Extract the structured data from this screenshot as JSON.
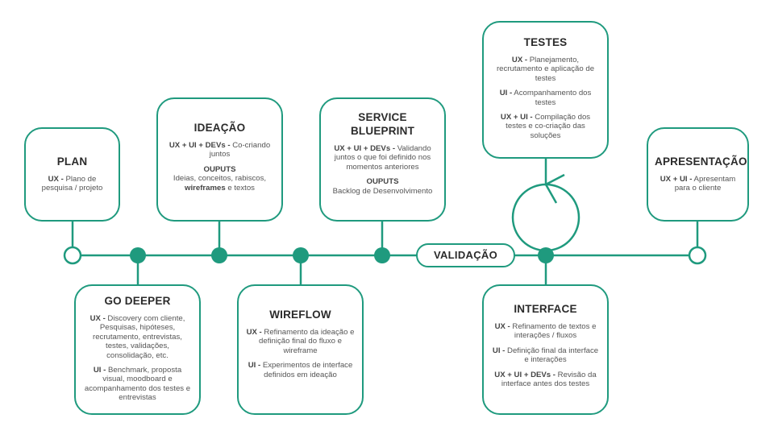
{
  "validacao": "VALIDAÇÃO",
  "plan": {
    "title": "PLAN",
    "ux_label": "UX -",
    "ux_text": " Plano de pesquisa / projeto"
  },
  "ideacao": {
    "title": "IDEAÇÃO",
    "team_label": "UX + UI + DEVs -",
    "team_text": " Co-criando juntos",
    "outputs_label": "OUPUTS",
    "outputs_text": "Ideias, conceitos, rabiscos,",
    "wireframes": "wireframes",
    "outputs_tail": " e textos"
  },
  "service": {
    "title_line1": "SERVICE",
    "title_line2": "BLUEPRINT",
    "team_label": "UX + UI + DEVs -",
    "team_text": " Validando juntos o que foi definido nos momentos anteriores",
    "outputs_label": "OUPUTS",
    "outputs_text": "Backlog de Desenvolvimento"
  },
  "testes": {
    "title": "TESTES",
    "ux_label": "UX -",
    "ux_text": " Planejamento, recrutamento e aplicação de testes",
    "ui_label": "UI -",
    "ui_text": " Acompanhamento dos testes",
    "uxui_label": "UX + UI -",
    "uxui_text": " Compilação dos testes e co-criação das soluções"
  },
  "apresentacao": {
    "title": "APRESENTAÇÃO",
    "label": "UX + UI -",
    "text": " Apresentam para o cliente"
  },
  "godeeper": {
    "title": "GO DEEPER",
    "ux_label": "UX -",
    "ux_text": " Discovery com cliente, Pesquisas, hipóteses, recrutamento, entrevistas, testes, validações, consolidação, etc.",
    "ui_label": "UI -",
    "ui_text": " Benchmark, proposta visual, moodboard e acompanhamento dos testes e entrevistas"
  },
  "wireflow": {
    "title": "WIREFLOW",
    "ux_label": "UX -",
    "ux_text": " Refinamento da ideação e definição final do fluxo e wireframe",
    "ui_label": "UI -",
    "ui_text": " Experimentos de interface definidos em ideação"
  },
  "interface": {
    "title": "INTERFACE",
    "ux_label": "UX -",
    "ux_text": " Refinamento de textos e interações / fluxos",
    "ui_label": "UI -",
    "ui_text": " Definição final da interface e interações",
    "team_label": "UX + UI + DEVs -",
    "team_text": " Revisão da interface antes dos testes"
  },
  "colors": {
    "accent": "#1f9a7e"
  }
}
